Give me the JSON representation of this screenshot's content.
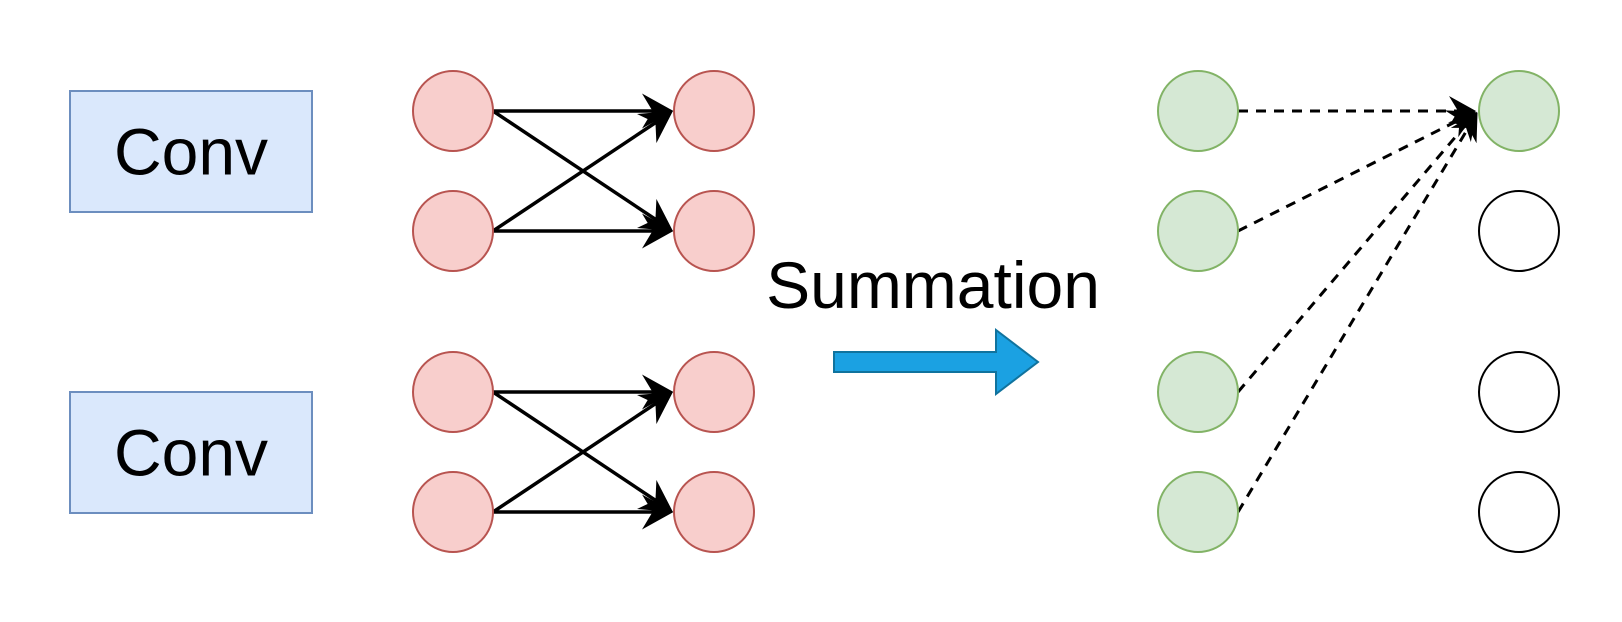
{
  "conv_blocks": [
    {
      "label": "Conv"
    },
    {
      "label": "Conv"
    }
  ],
  "operation": {
    "label": "Summation",
    "arrow_color": "#1ba1e2"
  },
  "colors": {
    "conv_fill": "#dae8fc",
    "conv_stroke": "#6c8ebf",
    "input_node_fill": "#f8cecc",
    "input_node_stroke": "#b85450",
    "active_node_fill": "#d5e8d4",
    "active_node_stroke": "#82b366",
    "inactive_node_fill": "#ffffff"
  }
}
